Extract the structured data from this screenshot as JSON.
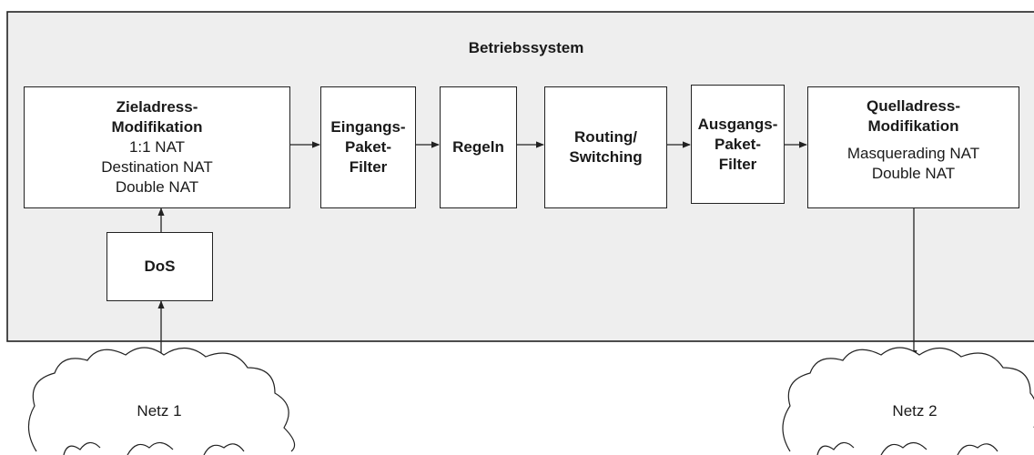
{
  "os_title": "Betriebssystem",
  "blocks": {
    "ziel": {
      "title_lines": [
        "Zieladress-",
        "Modifikation"
      ],
      "detail_lines": [
        "1:1 NAT",
        "Destination NAT",
        "Double NAT"
      ]
    },
    "eingang": {
      "title_lines": [
        "Eingangs-",
        "Paket-",
        "Filter"
      ]
    },
    "regeln": {
      "title_lines": [
        "Regeln"
      ]
    },
    "routing": {
      "title_lines": [
        "Routing/",
        "Switching"
      ]
    },
    "ausgang": {
      "title_lines": [
        "Ausgangs-",
        "Paket-",
        "Filter"
      ]
    },
    "quell": {
      "title_lines": [
        "Quelladress-",
        "Modifikation"
      ],
      "detail_lines": [
        "Masquerading NAT",
        "Double NAT"
      ]
    },
    "dos": {
      "title_lines": [
        "DoS"
      ]
    }
  },
  "networks": {
    "netz1": "Netz 1",
    "netz2": "Netz 2"
  },
  "colors": {
    "os_background": "#eeeeee",
    "box_background": "#ffffff",
    "line": "#222222"
  }
}
